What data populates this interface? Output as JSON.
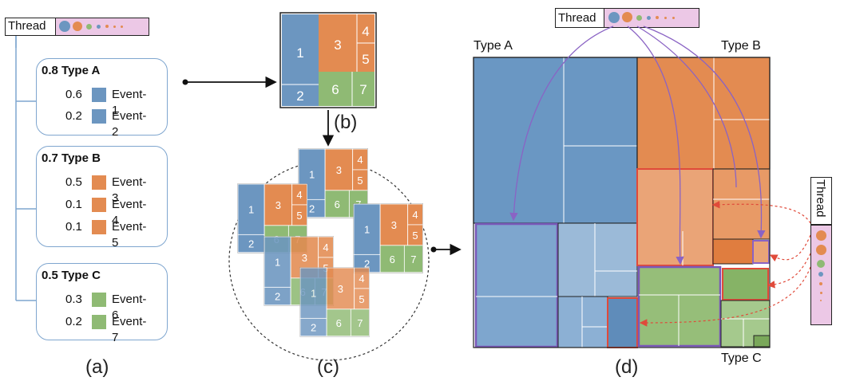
{
  "panel_a": {
    "thread_label": "Thread",
    "groups": [
      {
        "value": "0.8",
        "type": "Type A",
        "events": [
          {
            "value": "0.6",
            "name": "Event-1"
          },
          {
            "value": "0.2",
            "name": "Event-2"
          }
        ]
      },
      {
        "value": "0.7",
        "type": "Type B",
        "events": [
          {
            "value": "0.5",
            "name": "Event-3"
          },
          {
            "value": "0.1",
            "name": "Event-4"
          },
          {
            "value": "0.1",
            "name": "Event-5"
          }
        ]
      },
      {
        "value": "0.5",
        "type": "Type C",
        "events": [
          {
            "value": "0.3",
            "name": "Event-6"
          },
          {
            "value": "0.2",
            "name": "Event-7"
          }
        ]
      }
    ],
    "caption": "(a)"
  },
  "panel_b": {
    "cells": [
      "1",
      "2",
      "3",
      "4",
      "5",
      "6",
      "7"
    ],
    "caption": "(b)"
  },
  "panel_c": {
    "caption": "(c)"
  },
  "panel_d": {
    "thread_label": "Thread",
    "side_thread_label": "Thread",
    "type_labels": [
      "Type A",
      "Type B",
      "Type C"
    ],
    "caption": "(d)"
  },
  "colors": {
    "blue": "#6c96c0",
    "orange": "#e38b51",
    "green": "#8fba74",
    "purple": "#8a63c4",
    "red": "#e04a3a",
    "pink": "#ecc8e6"
  }
}
